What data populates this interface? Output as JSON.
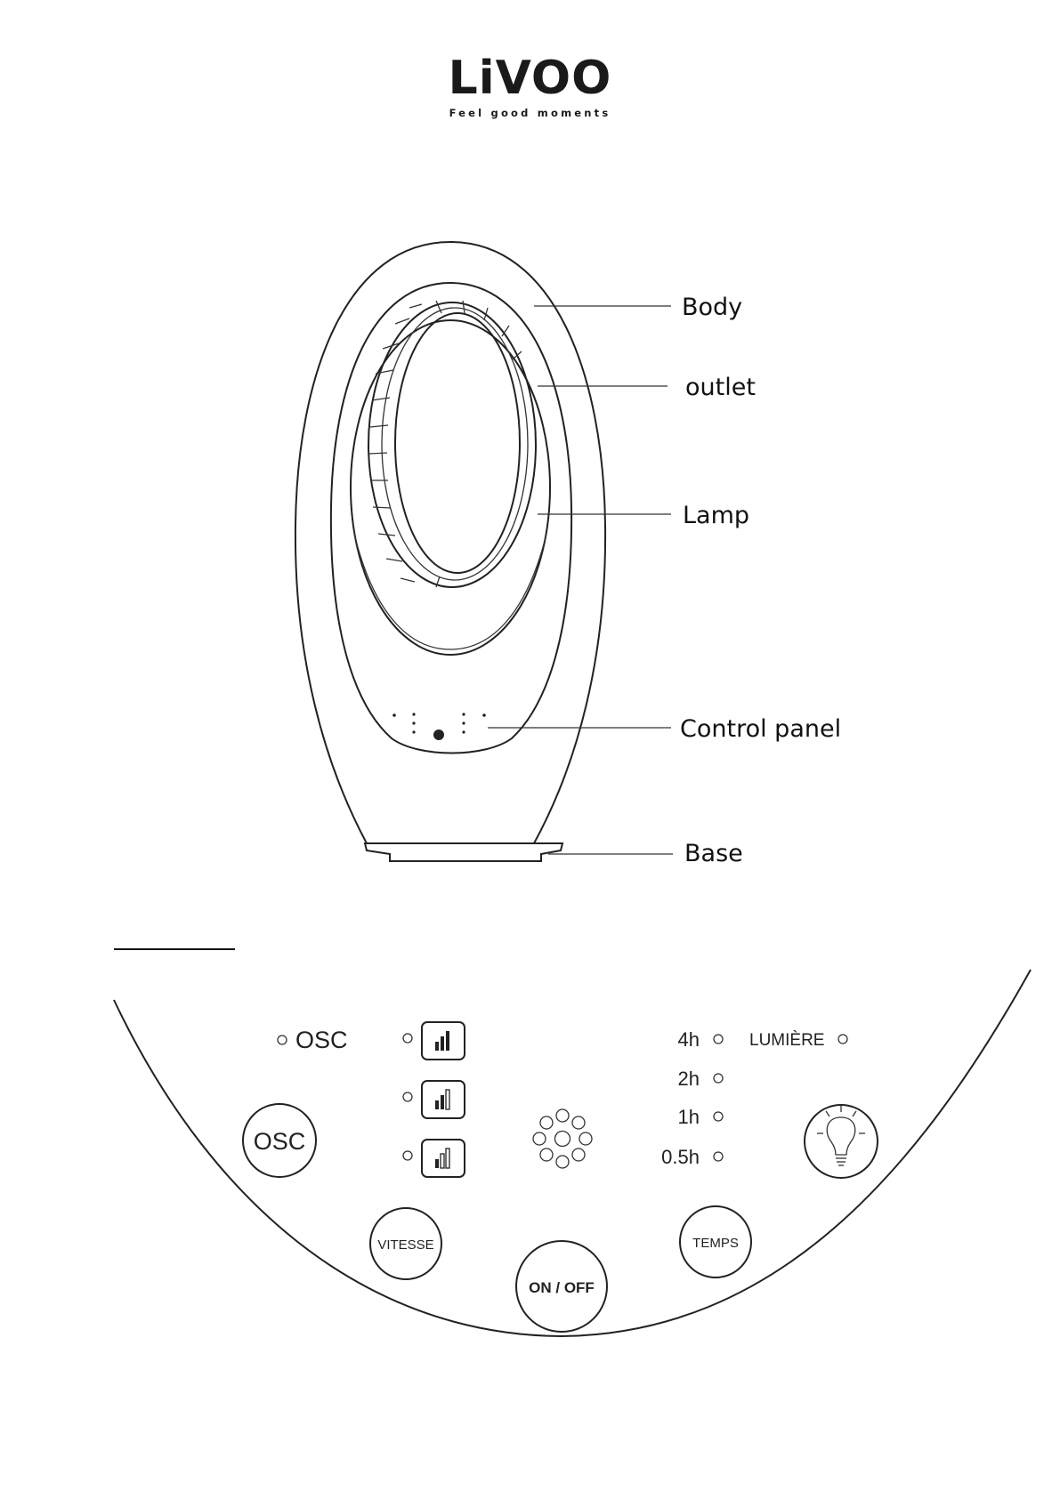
{
  "brand": {
    "name": "LiVOO",
    "tagline": "Feel good moments"
  },
  "fan_callouts": {
    "body": "Body",
    "outlet": "outlet",
    "lamp": "Lamp",
    "control_panel": "Control panel",
    "base": "Base"
  },
  "panel": {
    "osc_indicator_label": "OSC",
    "osc_button": "OSC",
    "vitesse_button": "VITESSE",
    "on_off_button": "ON / OFF",
    "temps_button": "TEMPS",
    "lumiere_indicator_label": "LUMIÈRE",
    "timer_labels": [
      "4h",
      "2h",
      "1h",
      "0.5h"
    ],
    "speed_levels": [
      3,
      2,
      1
    ],
    "icons": {
      "speed": "signal-bars-icon",
      "light": "light-bulb-icon",
      "sensor": "dot-cluster-icon"
    }
  },
  "colors": {
    "line": "#222222",
    "background": "#ffffff"
  }
}
